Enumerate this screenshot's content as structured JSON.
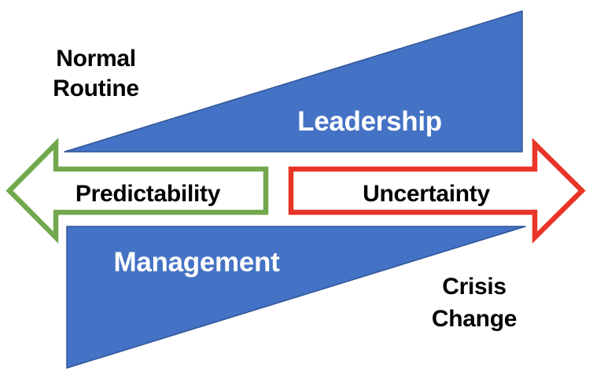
{
  "diagram": {
    "type": "leadership-vs-management-continuum",
    "triangles": {
      "leadership": {
        "label": "Leadership"
      },
      "management": {
        "label": "Management"
      }
    },
    "arrows": {
      "predictability": {
        "label": "Predictability",
        "direction": "left",
        "color": "#72A84D"
      },
      "uncertainty": {
        "label": "Uncertainty",
        "direction": "right",
        "color": "#E93528"
      }
    },
    "annotations": {
      "normal_routine": {
        "line1": "Normal",
        "line2": "Routine"
      },
      "crisis_change": {
        "line1": "Crisis",
        "line2": "Change"
      }
    },
    "colors": {
      "triangle_fill": "#4472C4",
      "triangle_stroke": "#2F5597",
      "arrow_green": "#72A84D",
      "arrow_red": "#E93528",
      "arrow_fill": "#FFFFFF",
      "text_dark": "#000000",
      "text_light": "#FFFFFF",
      "background": "#FFFFFF"
    }
  }
}
